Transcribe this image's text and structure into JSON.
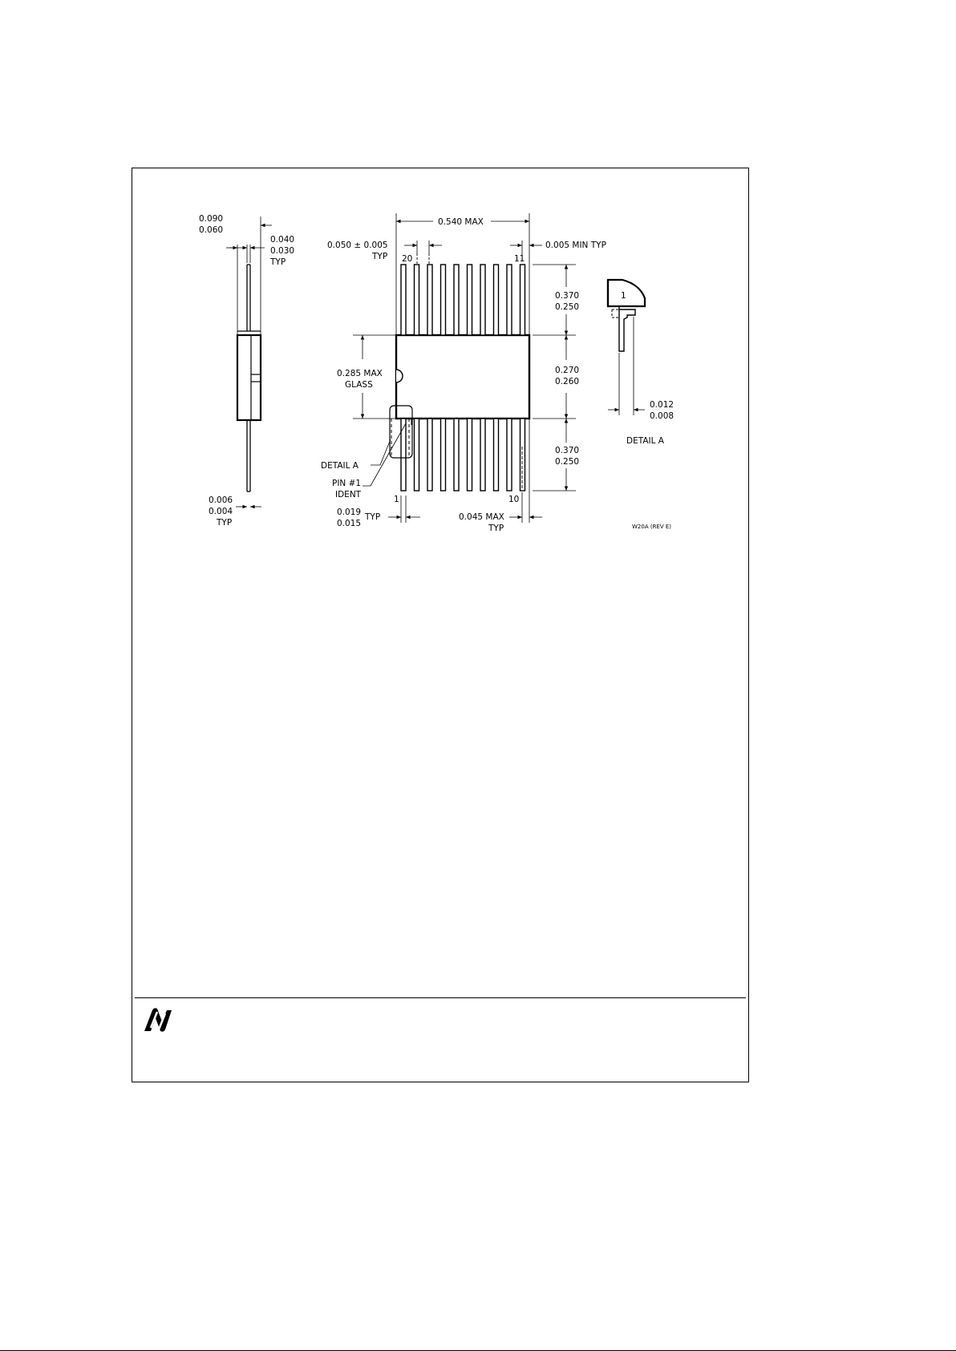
{
  "side_view": {
    "body_thickness_max": "0.090",
    "body_thickness_min": "0.060",
    "standoff_max": "0.040",
    "standoff_min": "0.030",
    "standoff_note": "TYP",
    "lead_thickness_max": "0.006",
    "lead_thickness_min": "0.004",
    "lead_thickness_note": "TYP"
  },
  "top_view": {
    "overall_length": "0.540 MAX",
    "pitch": "0.050 ± 0.005",
    "pitch_note": "TYP",
    "edge_gap": "0.005 MIN TYP",
    "pin_20": "20",
    "pin_11": "11",
    "pin_1": "1",
    "pin_10": "10",
    "lead_length_top_max": "0.370",
    "lead_length_top_min": "0.250",
    "body_width_max": "0.270",
    "body_width_min": "0.260",
    "lead_length_bottom_max": "0.370",
    "lead_length_bottom_min": "0.250",
    "glass_width": "0.285 MAX",
    "glass_label": "GLASS",
    "detail_callout": "DETAIL A",
    "pin1_ident_line1": "PIN #1",
    "pin1_ident_line2": "IDENT",
    "lead_width_max": "0.019",
    "lead_width_min": "0.015",
    "lead_width_note": "TYP",
    "end_gap": "0.045 MAX",
    "end_gap_note": "TYP"
  },
  "detail_a": {
    "pin_label": "1",
    "lead_dim_max": "0.012",
    "lead_dim_min": "0.008",
    "title": "DETAIL A"
  },
  "revision": "W20A (REV E)"
}
